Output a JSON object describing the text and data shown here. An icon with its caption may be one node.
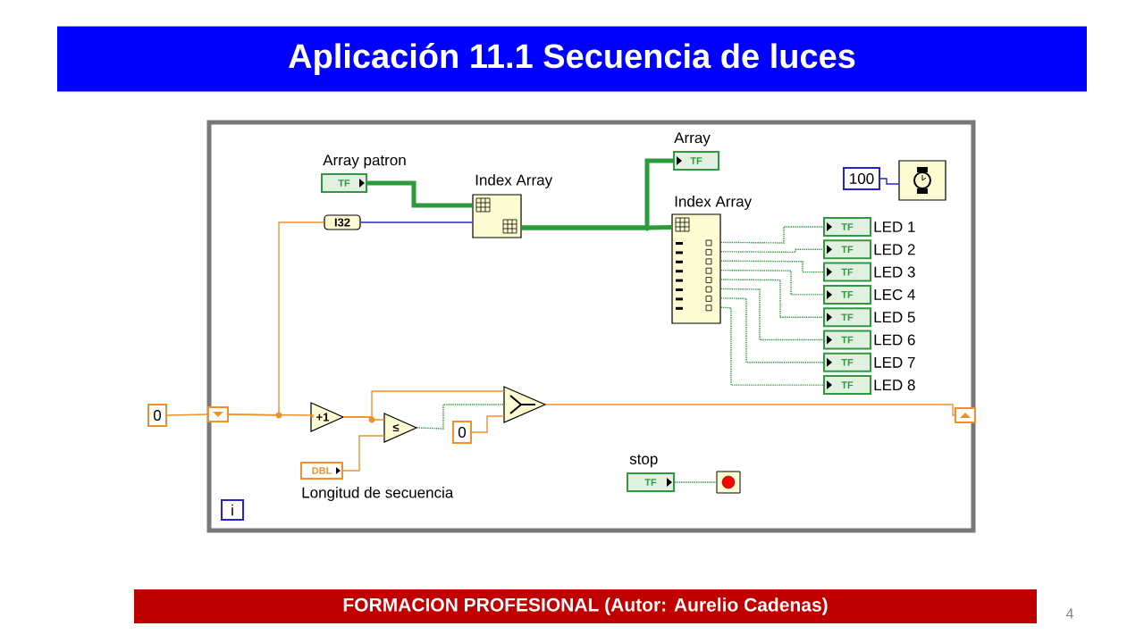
{
  "diagram": {
    "title": "Aplicación 11.1  Secuencia de luces",
    "nodes": [
      {
        "text": [
          "0"
        ]
      },
      {
        "text": [],
        "shape": "box"
      },
      {
        "text": [
          "Array patron",
          "TF"
        ]
      },
      {
        "text": [
          "I32"
        ]
      },
      {
        "text": [
          "Index Array"
        ]
      },
      {
        "text": [
          "Array",
          "TF"
        ]
      },
      {
        "text": [
          "Index Array"
        ]
      },
      {
        "text": [
          "TF",
          "LED 1"
        ]
      },
      {
        "text": [
          "TF",
          "LED 2"
        ]
      },
      {
        "text": [
          "TF",
          "LED 3"
        ]
      },
      {
        "text": [
          "TF",
          "LEC 4"
        ]
      },
      {
        "text": [
          "TF",
          "LED 5"
        ]
      },
      {
        "text": [
          "TF",
          "LED 6"
        ]
      },
      {
        "text": [
          "TF",
          "LED 7"
        ]
      },
      {
        "text": [
          "TF",
          "LED 8"
        ]
      },
      {
        "text": [
          "100"
        ]
      },
      {
        "text": [],
        "shape": "box"
      },
      {
        "text": [
          "+1"
        ]
      },
      {
        "text": [
          "≤"
        ]
      },
      {
        "text": [],
        "shape": "triangle"
      },
      {
        "text": [
          "0"
        ]
      },
      {
        "text": [
          "DBL",
          "Longitud de secuencia"
        ]
      },
      {
        "text": [],
        "shape": "box"
      },
      {
        "text": [
          "stop",
          "TF"
        ]
      },
      {
        "text": [],
        "shape": "box"
      },
      {
        "text": [
          "i"
        ]
      }
    ],
    "edges": [
      {
        "from": 0,
        "to": 1,
        "arrow": "none",
        "color": "#f0902c"
      },
      {
        "from": 1,
        "to": 17,
        "arrow": "none",
        "color": "#f0902c"
      },
      {
        "from": 1,
        "to": 3,
        "arrow": "none",
        "color": "#f0902c"
      },
      {
        "from": 3,
        "to": 4,
        "arrow": "none",
        "color": "#2323c8"
      },
      {
        "from": 2,
        "to": 4,
        "arrow": "none",
        "style": "thick"
      },
      {
        "from": 4,
        "to": 5,
        "arrow": "none",
        "style": "thick"
      },
      {
        "from": 4,
        "to": 6,
        "arrow": "none",
        "style": "thick"
      },
      {
        "from": 6,
        "to": 7,
        "arrow": "none",
        "style": "dashed"
      },
      {
        "from": 6,
        "to": 8,
        "arrow": "none",
        "style": "dashed"
      },
      {
        "from": 6,
        "to": 9,
        "arrow": "none",
        "style": "dashed"
      },
      {
        "from": 6,
        "to": 10,
        "arrow": "none",
        "style": "dashed"
      },
      {
        "from": 6,
        "to": 11,
        "arrow": "none",
        "style": "dashed"
      },
      {
        "from": 6,
        "to": 12,
        "arrow": "none",
        "style": "dashed"
      },
      {
        "from": 6,
        "to": 13,
        "arrow": "none",
        "style": "dashed"
      },
      {
        "from": 6,
        "to": 14,
        "arrow": "none",
        "style": "dashed"
      },
      {
        "from": 15,
        "to": 16,
        "arrow": "none",
        "color": "#2323c8"
      },
      {
        "from": 17,
        "to": 18,
        "arrow": "none",
        "color": "#f0902c"
      },
      {
        "from": 17,
        "to": 19,
        "arrow": "none",
        "color": "#f0902c"
      },
      {
        "from": 21,
        "to": 18,
        "arrow": "none",
        "color": "#f0902c"
      },
      {
        "from": 18,
        "to": 19,
        "arrow": "none",
        "style": "dashed"
      },
      {
        "from": 20,
        "to": 19,
        "arrow": "none",
        "color": "#f0902c"
      },
      {
        "from": 19,
        "to": 22,
        "arrow": "none",
        "color": "#f0902c"
      },
      {
        "from": 23,
        "to": 24,
        "arrow": "none",
        "style": "dashed"
      }
    ],
    "labels": [
      "FORMACION PROFESIONAL (Autor: Aurelio Cadenas)",
      "4"
    ]
  }
}
